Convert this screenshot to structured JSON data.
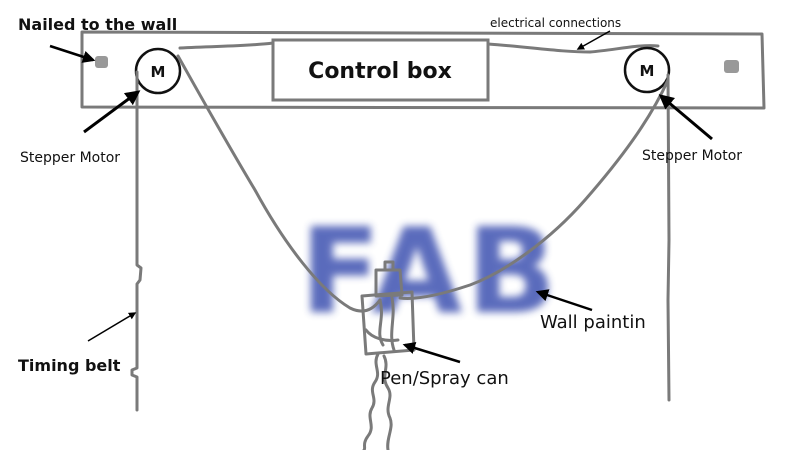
{
  "labels": {
    "nailed": "Nailed to the wall",
    "electrical": "electrical connections",
    "control_box": "Control box",
    "motor_letter_left": "M",
    "motor_letter_right": "M",
    "stepper_left": "Stepper Motor",
    "stepper_right": "Stepper Motor",
    "timing_belt": "Timing belt",
    "wall_painting": "Wall paintin",
    "pen_spray": "Pen/Spray can",
    "painted_text": "FAB"
  },
  "colors": {
    "structure": "#7a7a7a",
    "painting": "#4a5bb5",
    "text": "#111111",
    "background": "#ffffff"
  }
}
